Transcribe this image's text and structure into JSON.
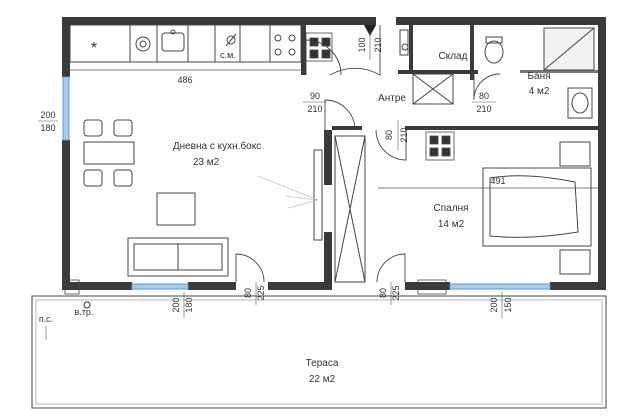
{
  "rooms": {
    "living": {
      "name": "Дневна с кухн.бокс",
      "area": "23 м2"
    },
    "bedroom": {
      "name": "Спалня",
      "area": "14 м2"
    },
    "bathroom": {
      "name": "Баня",
      "area": "4 м2"
    },
    "storage": {
      "name": "Склад"
    },
    "hall": {
      "name": "Антре"
    },
    "terrace": {
      "name": "Тераса",
      "area": "22 м2"
    }
  },
  "dimensions": {
    "kitchen_length": "486",
    "bedroom_length": "491",
    "door_living": {
      "w": "90",
      "h": "210"
    },
    "door_entrance": {
      "w": "100",
      "h": "210"
    },
    "door_bath": {
      "w": "80",
      "h": "210"
    },
    "door_bedroom": {
      "w": "80",
      "h": "210"
    },
    "door_terrace_living": {
      "w": "80",
      "h": "225"
    },
    "door_terrace_bedroom": {
      "w": "80",
      "h": "225"
    },
    "window_west": {
      "w": "200",
      "h": "180"
    },
    "window_living_south": {
      "w": "200",
      "h": "180"
    },
    "window_bedroom_south": {
      "w": "200",
      "h": "150"
    }
  },
  "labels": {
    "washing_machine": "с.м.",
    "water_tap": "в.тр.",
    "floor_drain": "п.с."
  },
  "colors": {
    "wall": "#3a3a3a",
    "window": "#5b9bd5",
    "line": "#444444"
  }
}
